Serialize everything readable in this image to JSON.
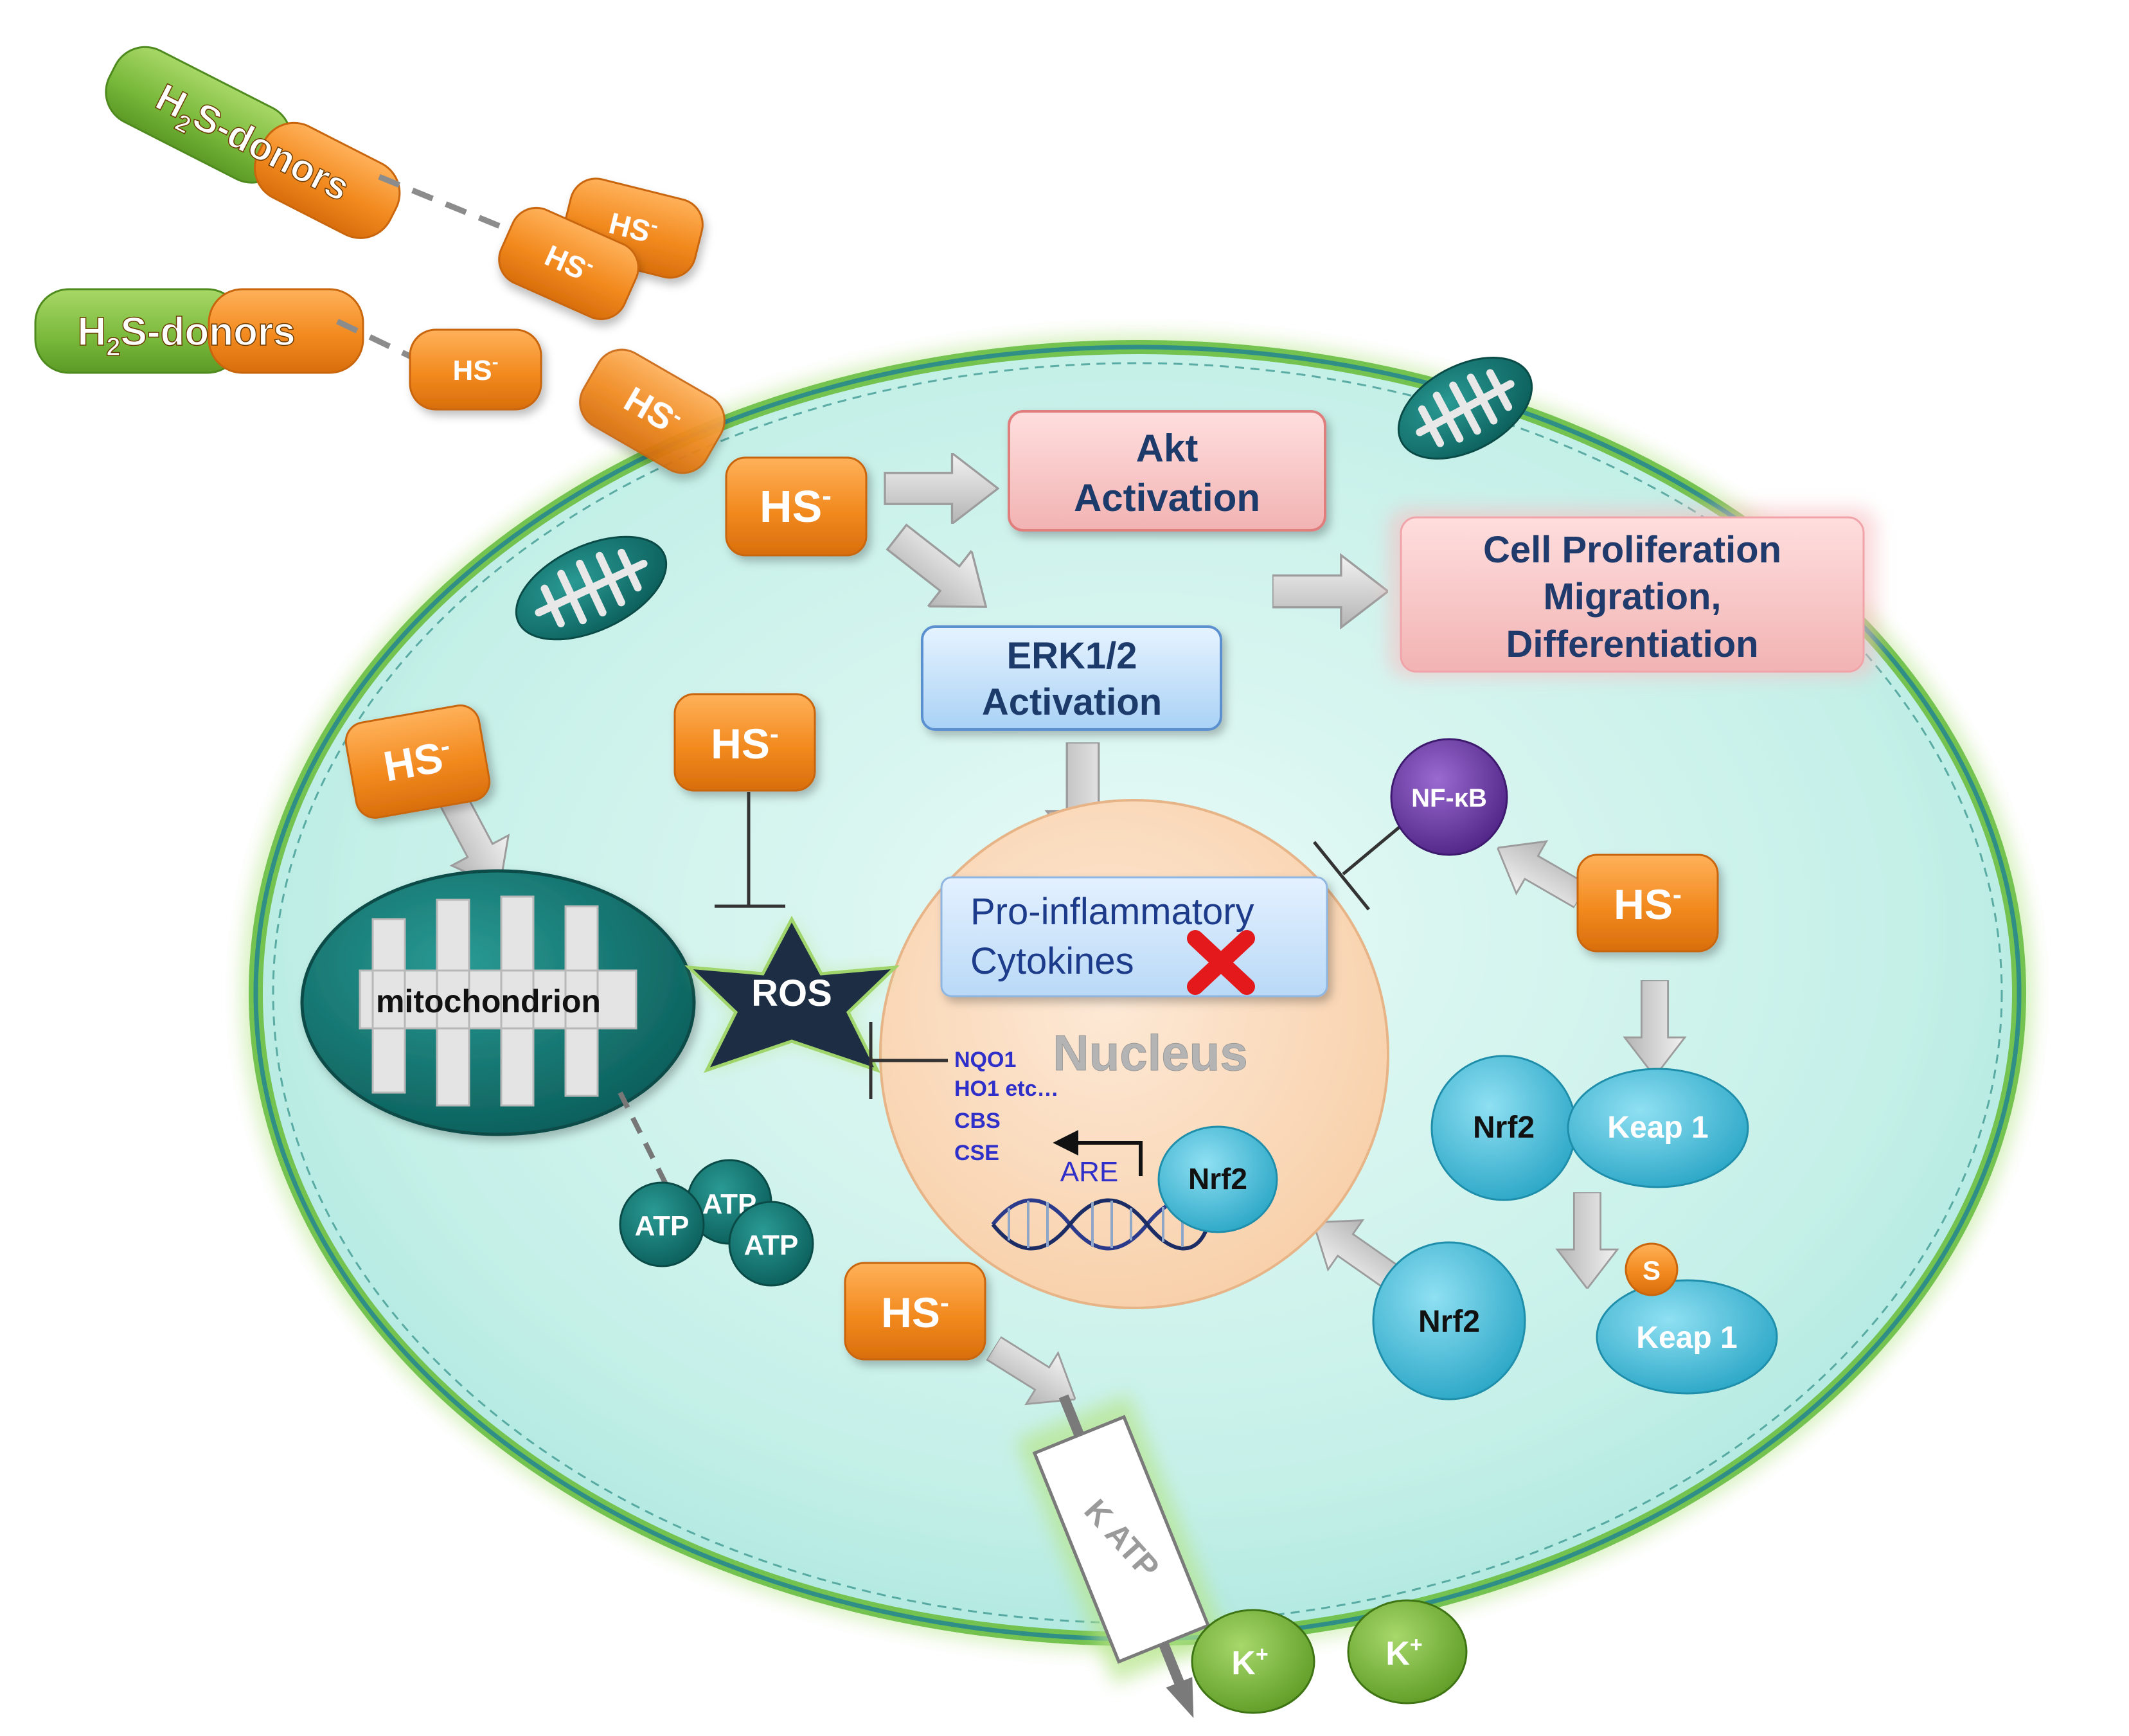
{
  "donors": {
    "donor_top_prefix": "H",
    "donor_top_sub": "2",
    "donor_top_suffix": "S-donors",
    "donor_bottom_prefix": "H",
    "donor_bottom_sub": "2",
    "donor_bottom_suffix": "S-donors"
  },
  "hs": {
    "label": "HS",
    "charge": "-"
  },
  "akt": {
    "line1": "Akt",
    "line2": "Activation"
  },
  "erk": {
    "line1": "ERK1/2",
    "line2": "Activation"
  },
  "cell_outcome": {
    "line1": "Cell Proliferation",
    "line2": "Migration,",
    "line3": "Differentiation"
  },
  "mitochondrion": {
    "label": "mitochondrion"
  },
  "ros": {
    "label": "ROS"
  },
  "nucleus": {
    "label": "Nucleus"
  },
  "cytokines": {
    "line1": "Pro-inflammatory",
    "line2": "Cytokines"
  },
  "genes": {
    "g1": "NQO1",
    "g2": "HO1 etc…",
    "g3": "CBS",
    "g4": "CSE"
  },
  "are": {
    "label": "ARE"
  },
  "nfkb": {
    "label": "NF-κB"
  },
  "nrf2": {
    "label": "Nrf2"
  },
  "keap1": {
    "label": "Keap 1"
  },
  "sulfur": {
    "label": "S"
  },
  "atp": {
    "label": "ATP"
  },
  "katp": {
    "label": "K ATP"
  },
  "potassium": {
    "label": "K",
    "charge": "+"
  },
  "colors": {
    "cell_fill": "#c8f2ee",
    "cell_border": "#2f8f87",
    "hs_orange": "#f28a1f",
    "donor_green": "#78b83a",
    "teal_dark": "#0f6e6a",
    "nucleus_fill": "#fbd8b8",
    "nrf2_blue": "#46bcd8",
    "ros_star": "#1c2d44",
    "nfkb_purple": "#6a3aa0",
    "akt_red": "#f7c8c8",
    "erk_blue": "#cfe6fb"
  }
}
